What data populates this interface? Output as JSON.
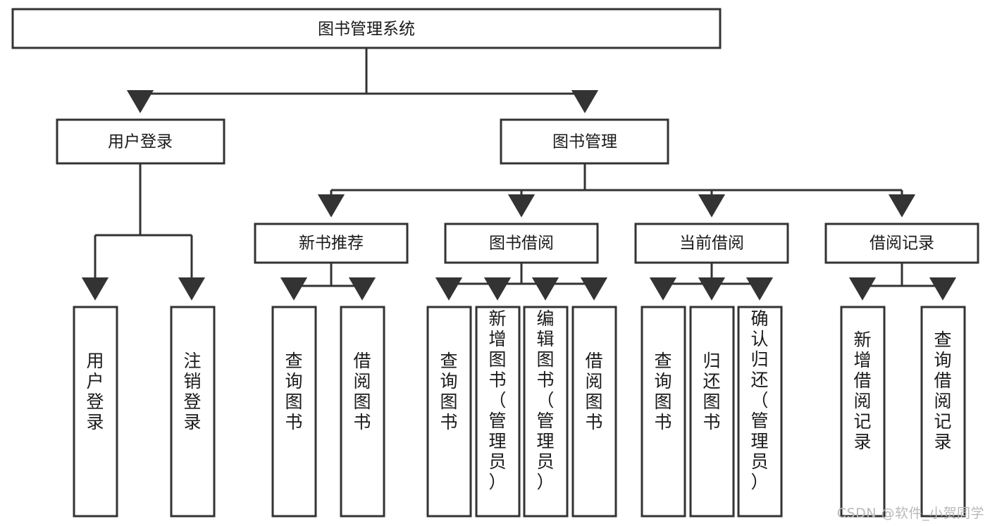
{
  "diagram": {
    "type": "tree-hierarchy",
    "title": "图书管理系统",
    "watermark": "CSDN @软件_小贺同学",
    "colors": {
      "box_stroke": "#333333",
      "box_fill": "#ffffff",
      "text": "#1a1a1a",
      "connector": "#333333",
      "watermark": "#b9b9b9",
      "background": "#ffffff"
    },
    "levels": [
      {
        "level": 1,
        "nodes": [
          {
            "id": "root",
            "label": "图书管理系统",
            "orientation": "horizontal"
          }
        ]
      },
      {
        "level": 2,
        "nodes": [
          {
            "id": "user-login",
            "label": "用户登录",
            "orientation": "horizontal",
            "parent": "root"
          },
          {
            "id": "book-management",
            "label": "图书管理",
            "orientation": "horizontal",
            "parent": "root"
          }
        ]
      },
      {
        "level": 3,
        "nodes": [
          {
            "id": "new-book-recommend",
            "label": "新书推荐",
            "orientation": "horizontal",
            "parent": "book-management"
          },
          {
            "id": "book-borrow",
            "label": "图书借阅",
            "orientation": "horizontal",
            "parent": "book-management"
          },
          {
            "id": "current-borrow",
            "label": "当前借阅",
            "orientation": "horizontal",
            "parent": "book-management"
          },
          {
            "id": "borrow-record",
            "label": "借阅记录",
            "orientation": "horizontal",
            "parent": "book-management"
          }
        ]
      },
      {
        "level": 4,
        "nodes": [
          {
            "id": "leaf-user-login",
            "label": "用户登录",
            "orientation": "vertical",
            "parent": "user-login"
          },
          {
            "id": "leaf-logout-login",
            "label": "注销登录",
            "orientation": "vertical",
            "parent": "user-login"
          },
          {
            "id": "leaf-query-book-1",
            "label": "查询图书",
            "orientation": "vertical",
            "parent": "new-book-recommend"
          },
          {
            "id": "leaf-borrow-book-1",
            "label": "借阅图书",
            "orientation": "vertical",
            "parent": "new-book-recommend"
          },
          {
            "id": "leaf-query-book-2",
            "label": "查询图书",
            "orientation": "vertical",
            "parent": "book-borrow"
          },
          {
            "id": "leaf-add-book",
            "label": "新增图书（管理员）",
            "orientation": "vertical",
            "parent": "book-borrow"
          },
          {
            "id": "leaf-edit-book",
            "label": "编辑图书（管理员）",
            "orientation": "vertical",
            "parent": "book-borrow"
          },
          {
            "id": "leaf-borrow-book-2",
            "label": "借阅图书",
            "orientation": "vertical",
            "parent": "book-borrow"
          },
          {
            "id": "leaf-query-book-3",
            "label": "查询图书",
            "orientation": "vertical",
            "parent": "current-borrow"
          },
          {
            "id": "leaf-return-book",
            "label": "归还图书",
            "orientation": "vertical",
            "parent": "current-borrow"
          },
          {
            "id": "leaf-confirm-return",
            "label": "确认归还（管理员）",
            "orientation": "vertical",
            "parent": "current-borrow"
          },
          {
            "id": "leaf-add-record",
            "label": "新增借阅记录",
            "orientation": "vertical",
            "parent": "borrow-record"
          },
          {
            "id": "leaf-query-record",
            "label": "查询借阅记录",
            "orientation": "vertical",
            "parent": "borrow-record"
          }
        ]
      }
    ]
  }
}
